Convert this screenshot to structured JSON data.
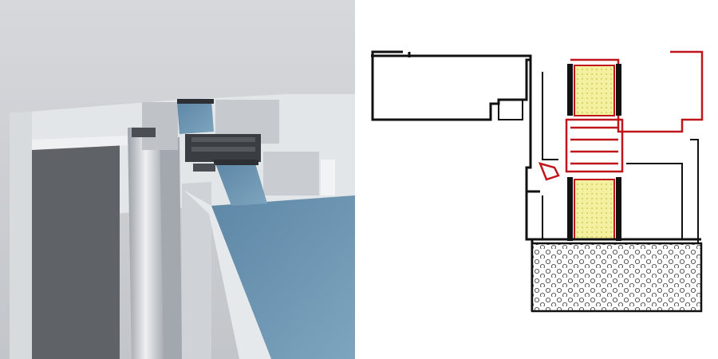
{
  "figure": {
    "panels": [
      {
        "id": "render",
        "kind": "3d-render-of-aluminium-profile"
      },
      {
        "id": "drawing",
        "kind": "cad-cross-section"
      }
    ],
    "colors": {
      "render_background": "#c9cbcf",
      "aluminium_light": "#e9ecef",
      "aluminium_mid": "#b9bec4",
      "aluminium_dark": "#6f747a",
      "glass_blue": "#6f97b3",
      "drawing_outline": "#111111",
      "thermal_break_red": "#c0151b",
      "insulation_fill": "#f3f0a0",
      "concrete_hatch": "#333333"
    }
  }
}
